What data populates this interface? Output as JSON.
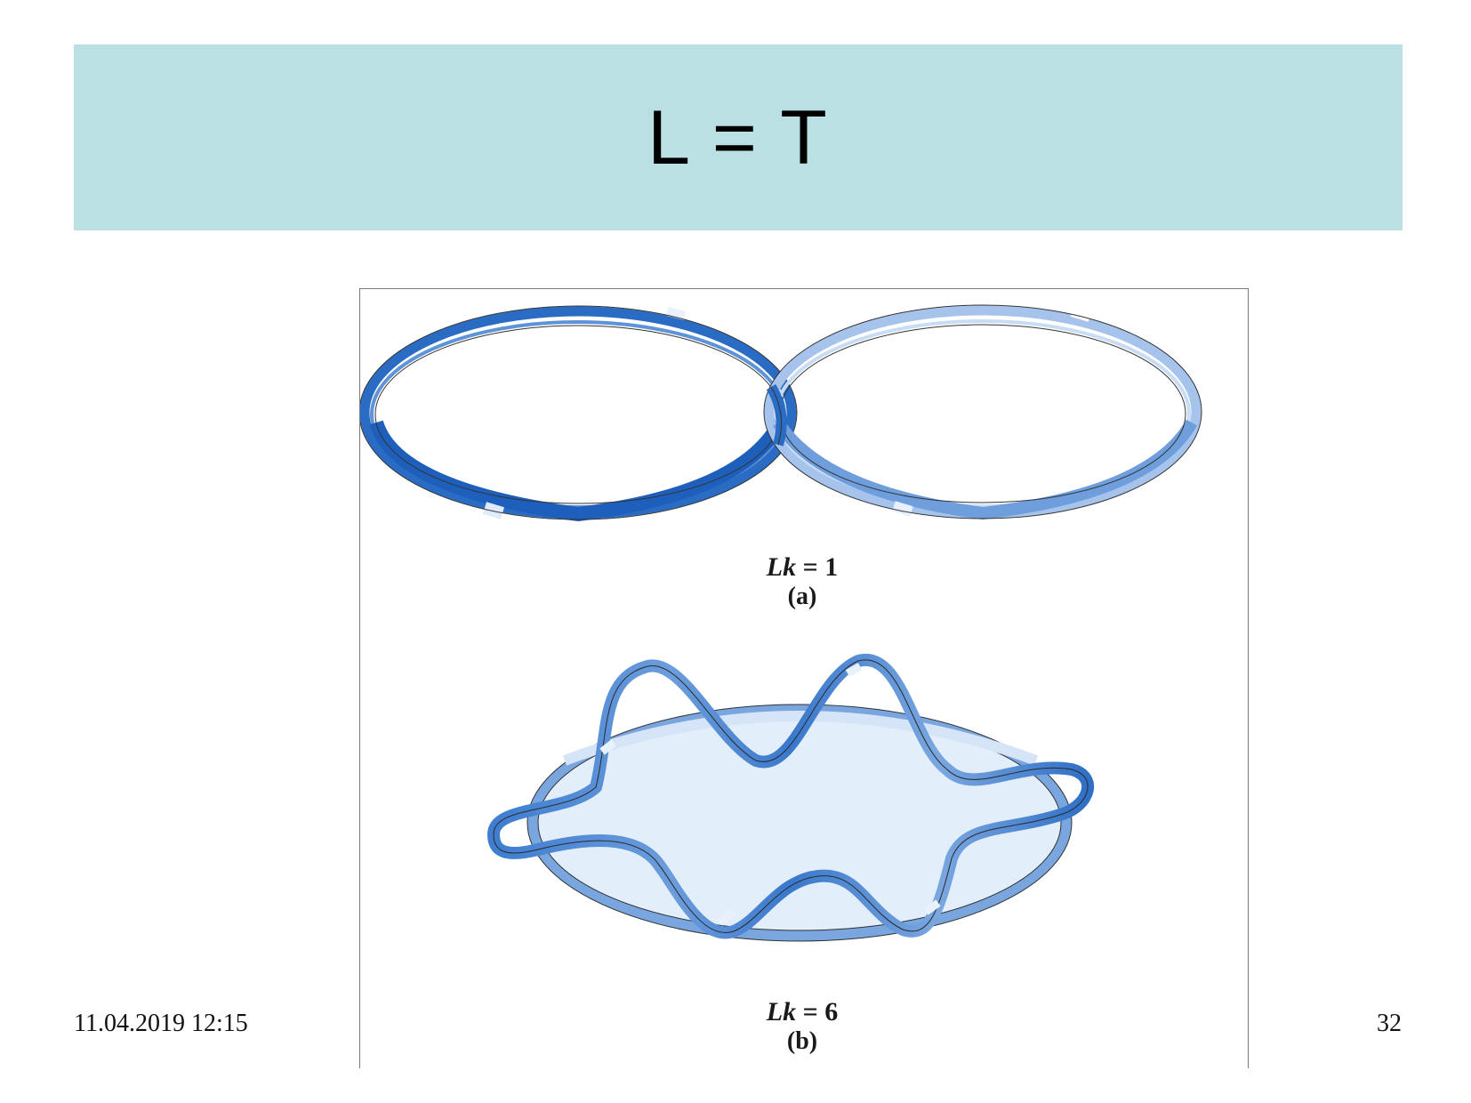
{
  "slide": {
    "title": "L = T",
    "footer_date": "11.04.2019 12:15",
    "page_number": "32"
  },
  "figure": {
    "panel_a": {
      "lk_symbol": "Lk",
      "lk_value": " = 1",
      "label": "(a)"
    },
    "panel_b": {
      "lk_symbol": "Lk",
      "lk_value": " = 6",
      "label": "(b)"
    }
  },
  "colors": {
    "title_band": "#bbe0e3",
    "ribbon_dark": "#2a6cc4",
    "ribbon_mid": "#5f93d6",
    "ribbon_light": "#c3d8f2",
    "disk_fill": "#e3eefb"
  }
}
